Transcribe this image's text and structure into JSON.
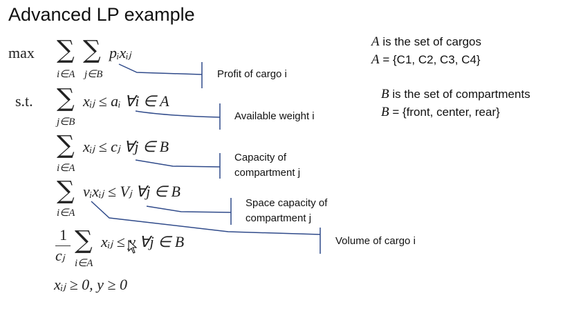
{
  "title": "Advanced LP example",
  "sets": {
    "a_def": " is the set of cargos",
    "a_var": "A",
    "a_val": " = {C1, C2, C3, C4}",
    "b_def": " is the set of compartments",
    "b_var": "B",
    "b_val": " = {front, center, rear}"
  },
  "model": {
    "max": "max",
    "st": "s.t.",
    "obj_sub1": "i∈A",
    "obj_sub2": "j∈B",
    "obj_expr": "pᵢxᵢⱼ",
    "c1_expr": "xᵢⱼ ≤ aᵢ  ∀i ∈ A",
    "c1_sub": "j∈B",
    "c2_expr": "xᵢⱼ ≤ cⱼ  ∀j ∈ B",
    "c2_sub": "i∈A",
    "c3_expr": "vᵢxᵢⱼ ≤ Vⱼ  ∀j ∈ B",
    "c3_sub": "i∈A",
    "c4_num": "1",
    "c4_den": "cⱼ",
    "c4_expr": "xᵢⱼ ≤ y  ∀j ∈ B",
    "c4_sub": "i∈A",
    "c5_expr": "xᵢⱼ ≥ 0, y ≥ 0",
    "sum": "∑"
  },
  "annotations": {
    "profit": "Profit of cargo i",
    "weight": "Available weight i",
    "capacity1": "Capacity of",
    "capacity2": "compartment j",
    "space1": "Space capacity of",
    "space2": "compartment j",
    "volume": "Volume of cargo i"
  },
  "colors": {
    "line": "#2f4a8a"
  }
}
